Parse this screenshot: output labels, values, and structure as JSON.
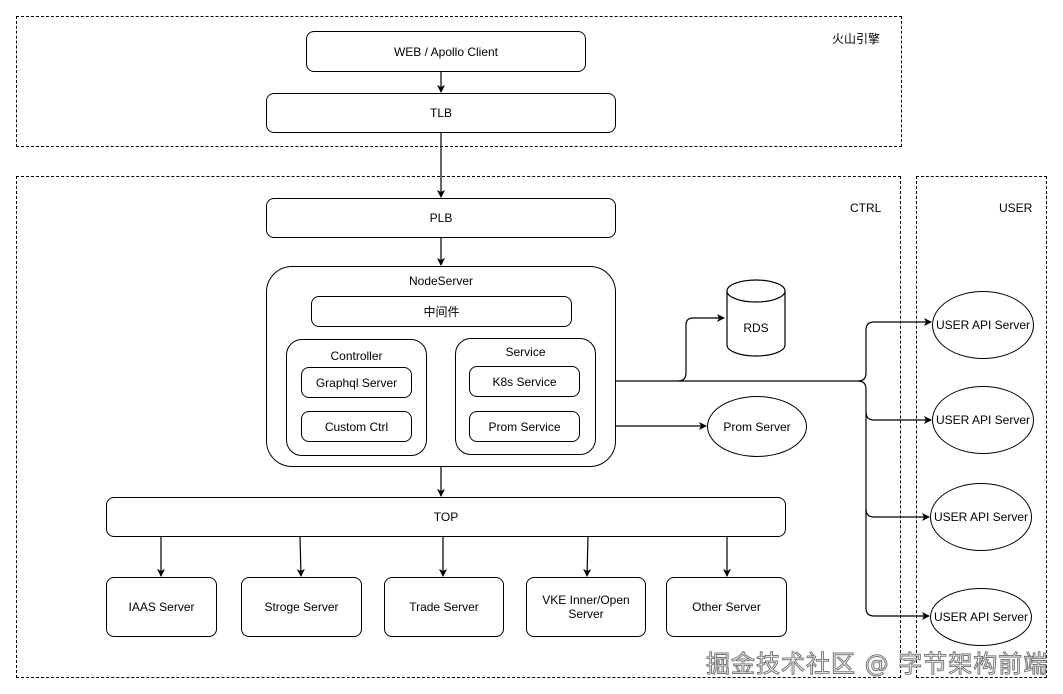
{
  "groups": {
    "volcano": {
      "label": "火山引擎"
    },
    "ctrl": {
      "label": "CTRL"
    },
    "user": {
      "label": "USER"
    }
  },
  "nodes": {
    "web_client": "WEB / Apollo Client",
    "tlb": "TLB",
    "plb": "PLB",
    "node_server": "NodeServer",
    "middleware": "中间件",
    "controller": "Controller",
    "graphql_server": "Graphql Server",
    "custom_ctrl": "Custom Ctrl",
    "service": "Service",
    "k8s_service": "K8s Service",
    "prom_service": "Prom Service",
    "rds": "RDS",
    "prom_server": "Prom Server",
    "top": "TOP",
    "backends": [
      "IAAS Server",
      "Stroge Server",
      "Trade Server",
      "VKE Inner/Open Server",
      "Other Server"
    ],
    "user_api_servers": [
      "USER API Server",
      "USER API Server",
      "USER API Server",
      "USER API Server"
    ]
  },
  "edges": [
    {
      "from": "WEB / Apollo Client",
      "to": "TLB"
    },
    {
      "from": "TLB",
      "to": "PLB"
    },
    {
      "from": "PLB",
      "to": "NodeServer"
    },
    {
      "from": "Controller",
      "to": "Service",
      "bidirectional": true
    },
    {
      "from": "K8s Service",
      "to": "RDS"
    },
    {
      "from": "K8s Service",
      "to": "USER API Server (x4)"
    },
    {
      "from": "Prom Service",
      "to": "Prom Server"
    },
    {
      "from": "NodeServer",
      "to": "TOP"
    },
    {
      "from": "TOP",
      "to": "IAAS Server"
    },
    {
      "from": "TOP",
      "to": "Stroge Server"
    },
    {
      "from": "TOP",
      "to": "Trade Server"
    },
    {
      "from": "TOP",
      "to": "VKE Inner/Open Server"
    },
    {
      "from": "TOP",
      "to": "Other Server"
    }
  ],
  "watermark": "掘金技术社区 @ 字节架构前端"
}
